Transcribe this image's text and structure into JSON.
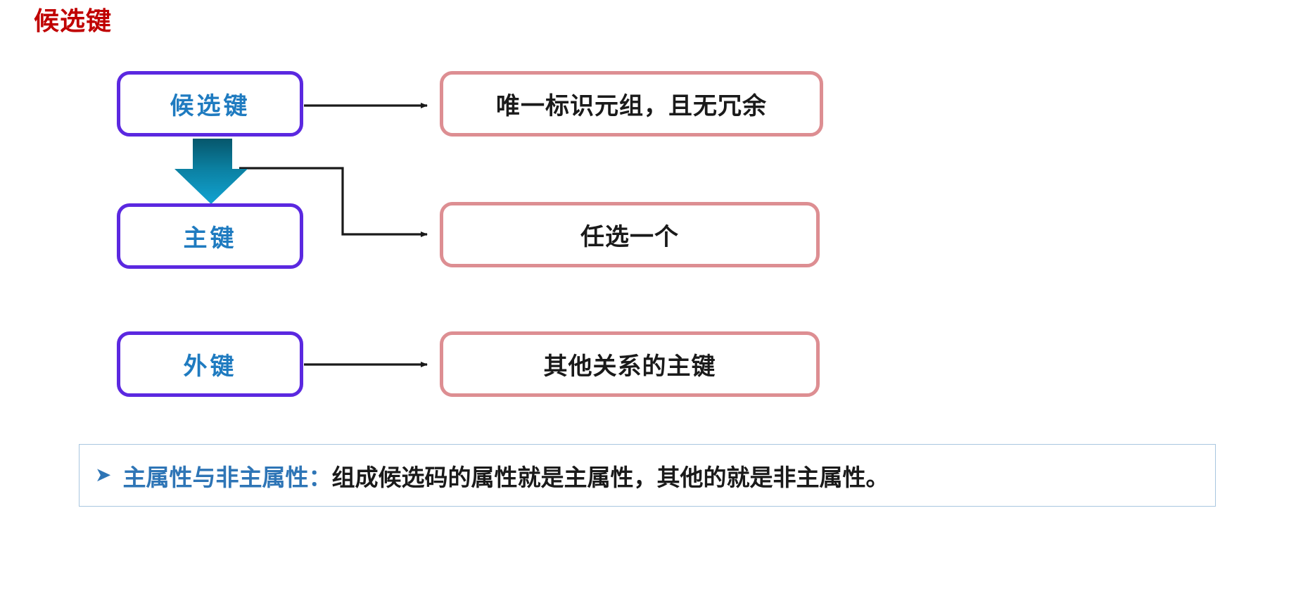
{
  "slide": {
    "title": "候选键",
    "title_color": "#C00000",
    "background": "#FFFFFF"
  },
  "colors": {
    "left_box_border": "#5B28E0",
    "left_box_text": "#1F7BC0",
    "right_box_border": "#DD8E92",
    "right_box_text": "#1A1A1A",
    "connector_line": "#1A1A1A",
    "big_arrow_top": "#095E73",
    "big_arrow_bottom": "#0E9CC8",
    "note_border": "#A8C6E0",
    "note_accent": "#2E75B6"
  },
  "diagram": {
    "left_boxes": [
      {
        "label": "候选键"
      },
      {
        "label": "主键"
      },
      {
        "label": "外键"
      }
    ],
    "right_boxes": [
      {
        "label": "唯一标识元组，且无冗余"
      },
      {
        "label": "任选一个"
      },
      {
        "label": "其他关系的主键"
      }
    ],
    "big_arrow": {
      "direction": "down",
      "name": "derives-from"
    }
  },
  "note": {
    "bullet": "➤",
    "blue_text": "主属性与非主属性：",
    "black_text": "组成候选码的属性就是主属性，其他的就是非主属性。"
  }
}
